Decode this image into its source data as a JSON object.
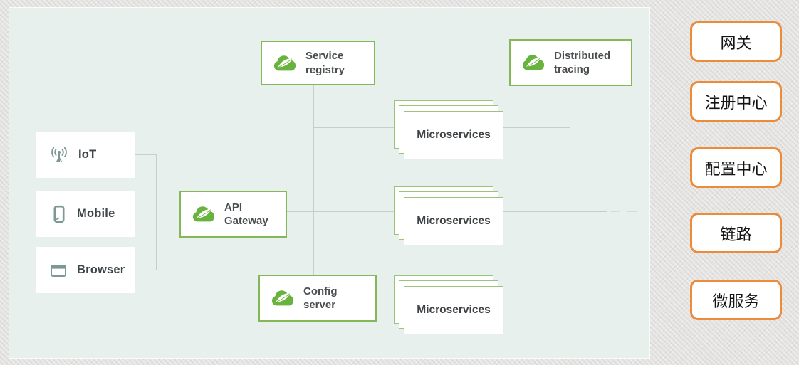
{
  "diagram_type": "spring-cloud-microservices-architecture",
  "clients": [
    {
      "label": "IoT",
      "icon": "iot-antenna-icon"
    },
    {
      "label": "Mobile",
      "icon": "mobile-phone-icon"
    },
    {
      "label": "Browser",
      "icon": "browser-window-icon"
    }
  ],
  "nodes": {
    "service_registry": {
      "line1": "Service",
      "line2": "registry",
      "icon": "spring-cloud-icon"
    },
    "distributed_tracing": {
      "line1": "Distributed",
      "line2": "tracing",
      "icon": "spring-cloud-icon"
    },
    "api_gateway": {
      "line1": "API",
      "line2": "Gateway",
      "icon": "spring-cloud-icon"
    },
    "config_server": {
      "line1": "Config",
      "line2": "server",
      "icon": "spring-cloud-icon"
    }
  },
  "stacks": [
    {
      "label": "Microservices"
    },
    {
      "label": "Microservices"
    },
    {
      "label": "Microservices"
    }
  ],
  "annotations": [
    {
      "text": "网关"
    },
    {
      "text": "注册中心"
    },
    {
      "text": "配置中心"
    },
    {
      "text": "链路"
    },
    {
      "text": "微服务"
    }
  ],
  "colors": {
    "spring_green": "#68b33e",
    "node_border_green": "#84b757",
    "card_border_green": "#9cc478",
    "annotation_orange": "#ec8b3a",
    "connector_gray": "#c3cfc9",
    "panel_background": "#e8f0ed",
    "client_icon_teal": "#7b9897"
  }
}
